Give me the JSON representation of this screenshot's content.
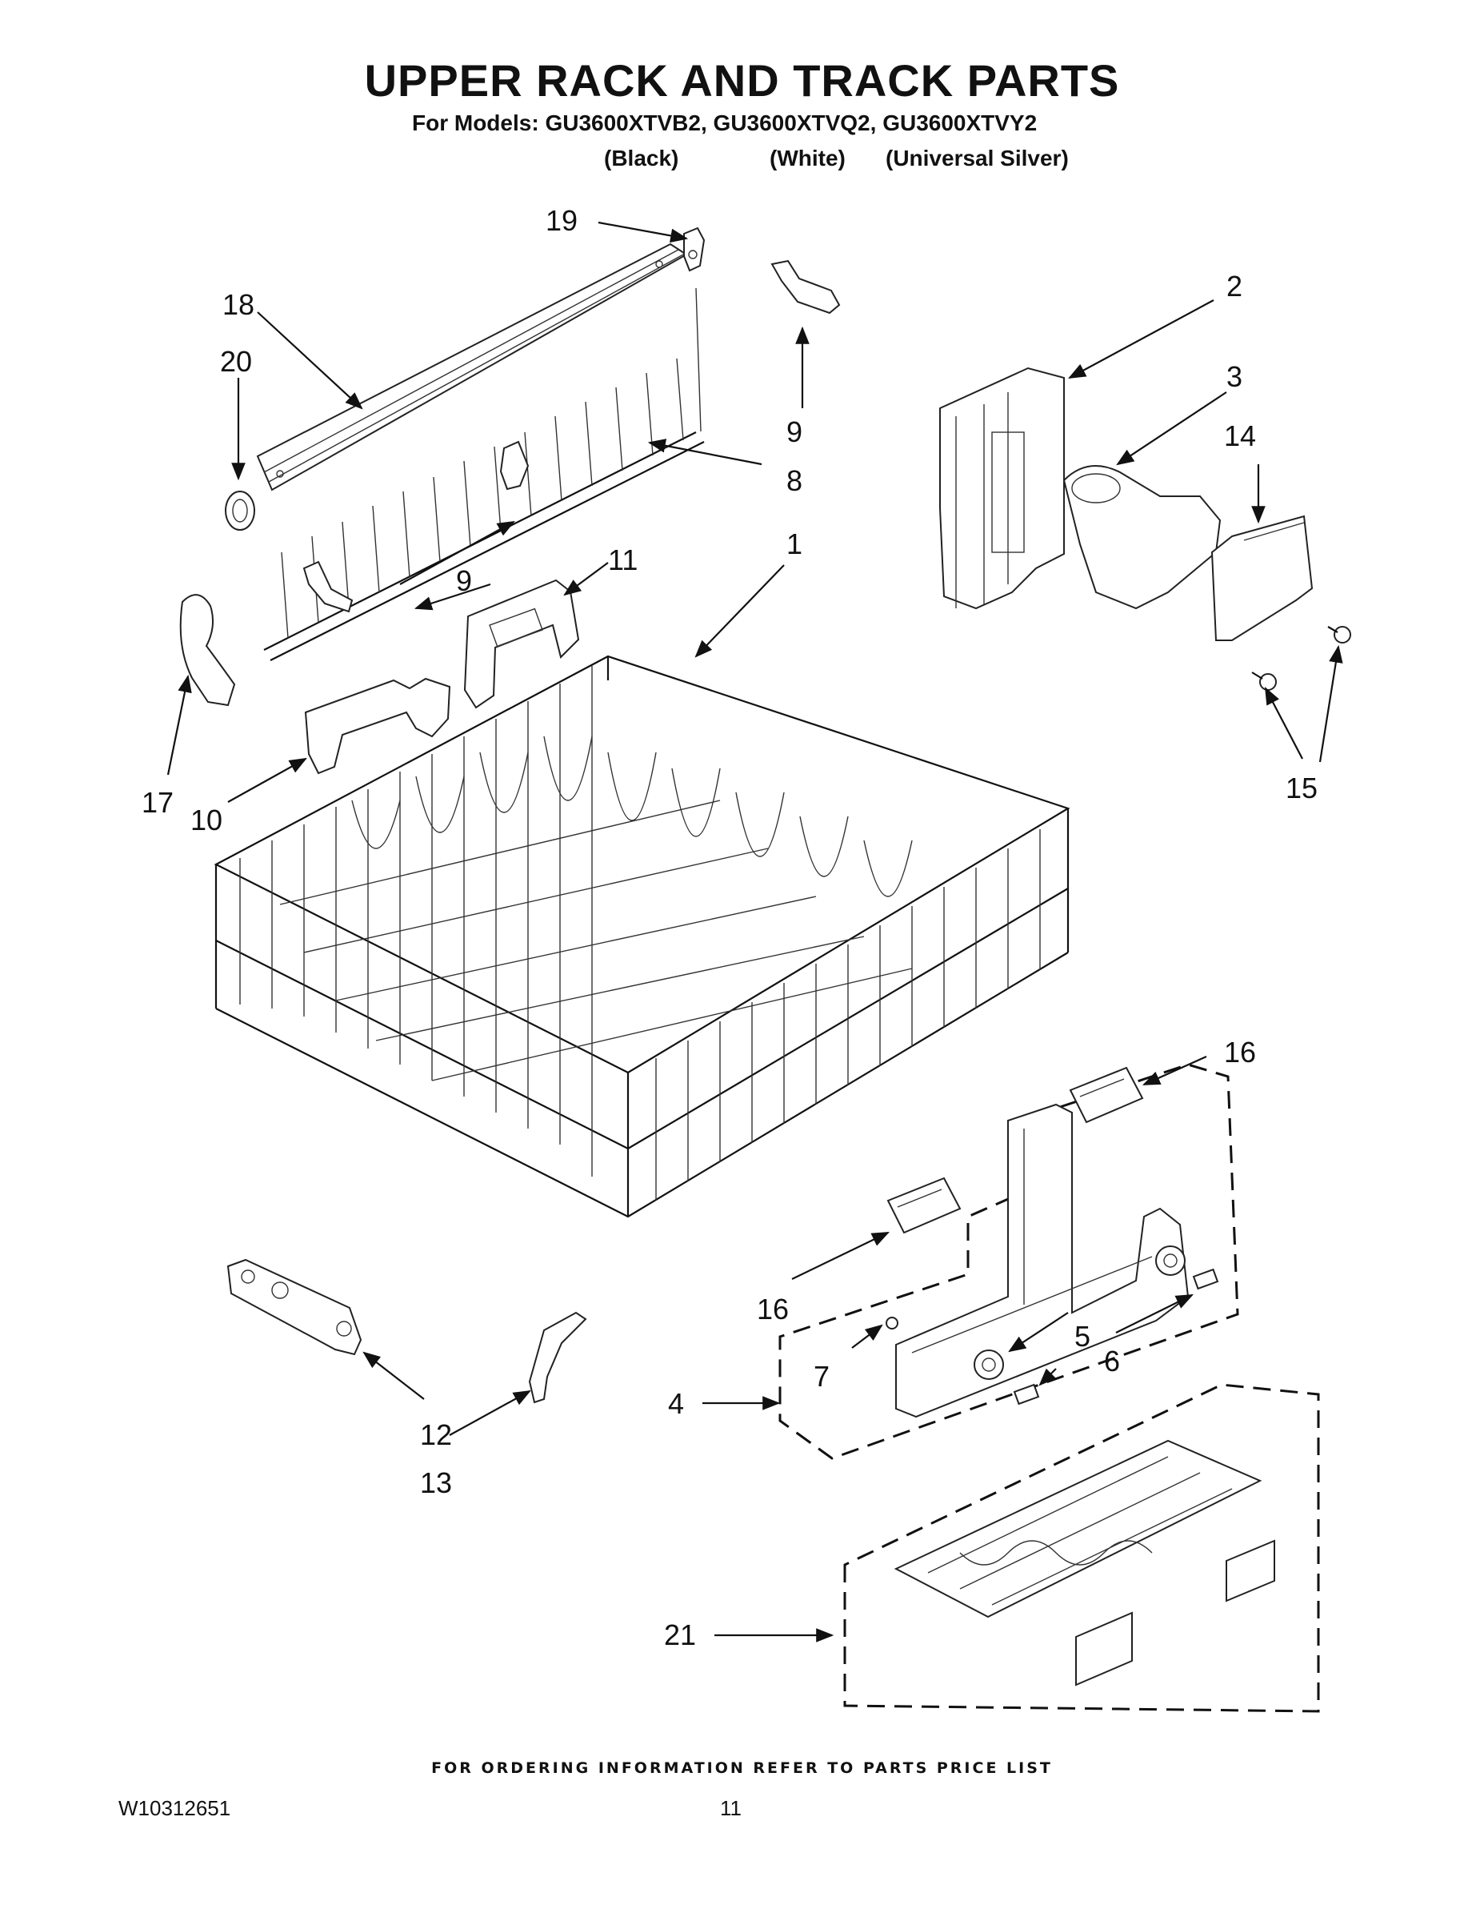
{
  "title": "UPPER RACK AND TRACK PARTS",
  "models_line": "For Models: GU3600XTVB2, GU3600XTVQ2, GU3600XTVY2",
  "variants": [
    "(Black)",
    "(White)",
    "(Universal Silver)"
  ],
  "callouts": [
    "19",
    "18",
    "20",
    "9",
    "8",
    "2",
    "3",
    "14",
    "11",
    "1",
    "9",
    "17",
    "10",
    "15",
    "16",
    "16",
    "5",
    "6",
    "7",
    "4",
    "12",
    "13",
    "21"
  ],
  "footer_note": "FOR ORDERING INFORMATION REFER TO PARTS PRICE LIST",
  "doc_number": "W10312651",
  "page_number": "11"
}
